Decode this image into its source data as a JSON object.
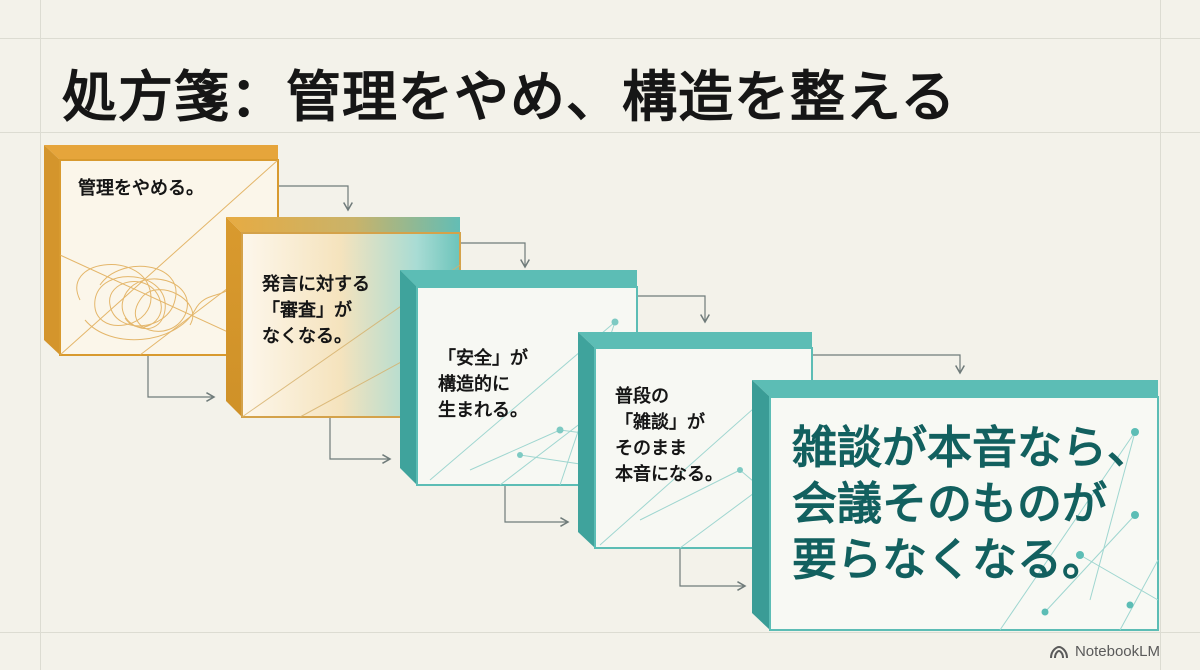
{
  "title": "処方箋：管理をやめ、構造を整える",
  "steps": [
    {
      "label": "管理をやめる。"
    },
    {
      "label": "発言に対する\n「審査」が\nなくなる。"
    },
    {
      "label": "「安全」が\n構造的に\n生まれる。"
    },
    {
      "label": "普段の\n「雑談」が\nそのまま\n本音になる。"
    }
  ],
  "final": {
    "label": "雑談が本音なら、\n会議そのものが\n要らなくなる。"
  },
  "colors": {
    "orange": "#e0a43a",
    "orange_dark": "#c98b23",
    "teal": "#5cbdb5",
    "teal_dark": "#3a9c96",
    "teal_text": "#12605f"
  },
  "icons": {
    "brand": "notebooklm-logo-icon"
  },
  "brand": "NotebookLM"
}
